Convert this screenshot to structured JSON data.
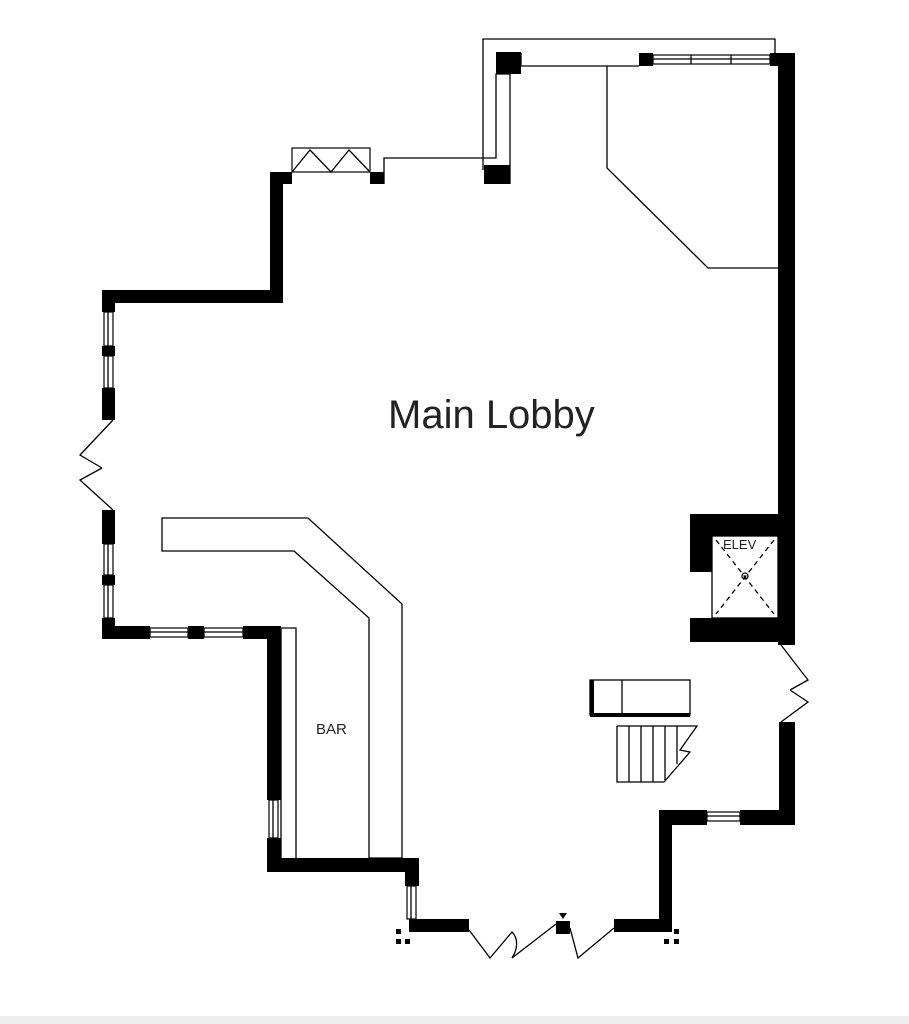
{
  "rooms": {
    "main_lobby": "Main Lobby",
    "bar": "BAR",
    "elevator": "ELEV"
  },
  "colors": {
    "wall": "#000000",
    "background": "#ffffff",
    "label": "#222222"
  }
}
